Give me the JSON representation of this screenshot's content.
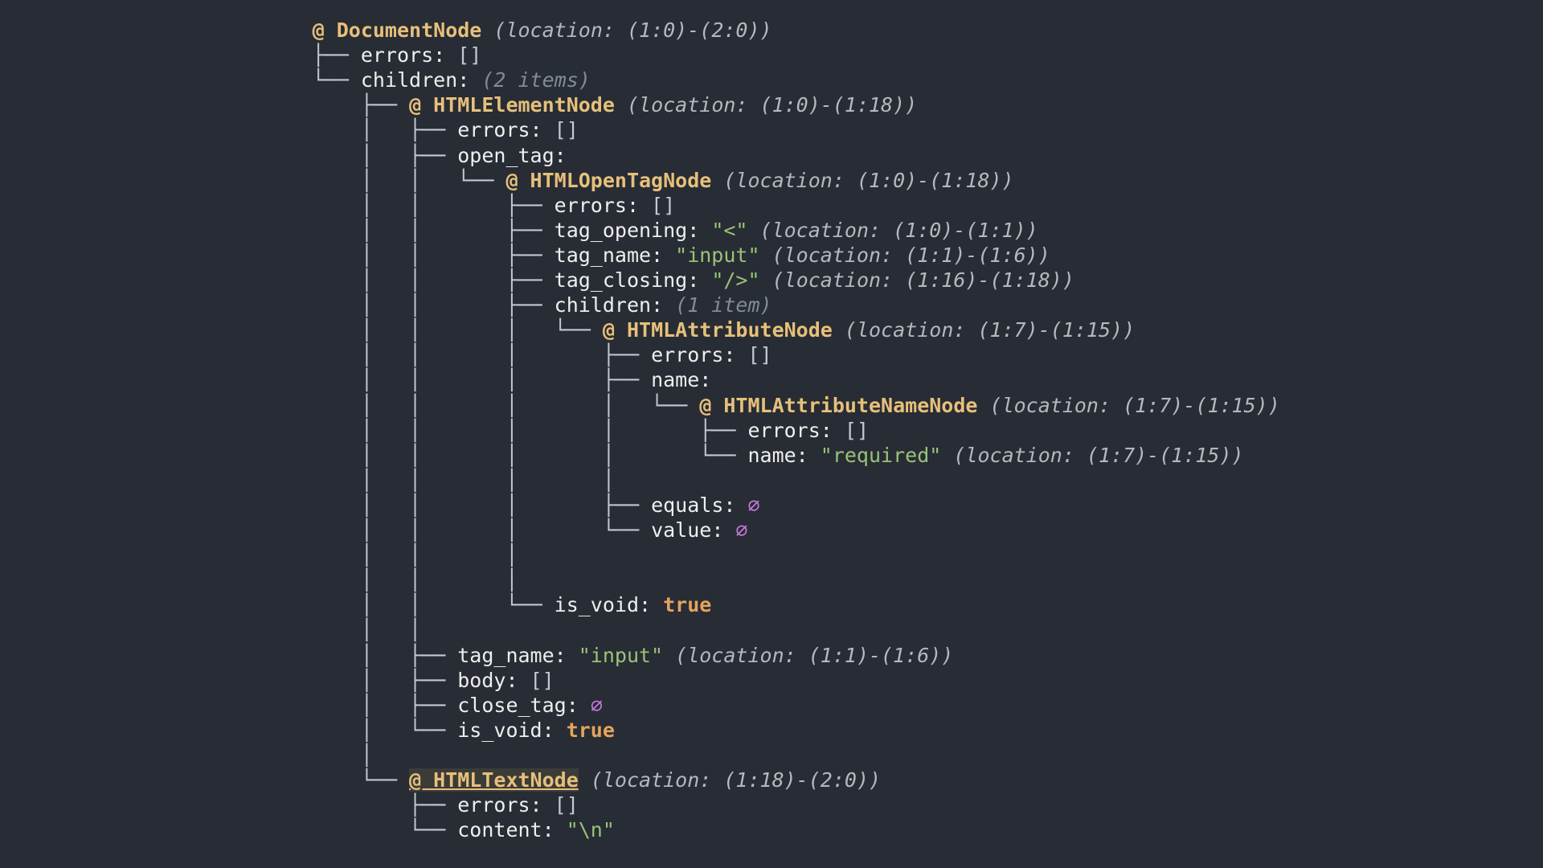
{
  "tree_lines": [
    [
      {
        "t": "            ",
        "c": "tree-chars"
      },
      {
        "t": "@ DocumentNode",
        "c": "node"
      },
      {
        "t": " "
      },
      {
        "t": "(location: (1:0)-(2:0))",
        "c": "loc"
      }
    ],
    [
      {
        "t": "            ├── ",
        "c": "tree-chars"
      },
      {
        "t": "errors: ",
        "c": "key"
      },
      {
        "t": "[]",
        "c": "empty"
      }
    ],
    [
      {
        "t": "            └── ",
        "c": "tree-chars"
      },
      {
        "t": "children: ",
        "c": "key"
      },
      {
        "t": "(2 items)",
        "c": "count"
      }
    ],
    [
      {
        "t": "                ├── ",
        "c": "tree-chars"
      },
      {
        "t": "@ HTMLElementNode",
        "c": "node"
      },
      {
        "t": " "
      },
      {
        "t": "(location: (1:0)-(1:18))",
        "c": "loc"
      }
    ],
    [
      {
        "t": "                │   ├── ",
        "c": "tree-chars"
      },
      {
        "t": "errors: ",
        "c": "key"
      },
      {
        "t": "[]",
        "c": "empty"
      }
    ],
    [
      {
        "t": "                │   ├── ",
        "c": "tree-chars"
      },
      {
        "t": "open_tag:",
        "c": "key"
      }
    ],
    [
      {
        "t": "                │   │   └── ",
        "c": "tree-chars"
      },
      {
        "t": "@ HTMLOpenTagNode",
        "c": "node"
      },
      {
        "t": " "
      },
      {
        "t": "(location: (1:0)-(1:18))",
        "c": "loc"
      }
    ],
    [
      {
        "t": "                │   │       ├── ",
        "c": "tree-chars"
      },
      {
        "t": "errors: ",
        "c": "key"
      },
      {
        "t": "[]",
        "c": "empty"
      }
    ],
    [
      {
        "t": "                │   │       ├── ",
        "c": "tree-chars"
      },
      {
        "t": "tag_opening: ",
        "c": "key"
      },
      {
        "t": "\"<\"",
        "c": "str"
      },
      {
        "t": " "
      },
      {
        "t": "(location: (1:0)-(1:1))",
        "c": "loc"
      }
    ],
    [
      {
        "t": "                │   │       ├── ",
        "c": "tree-chars"
      },
      {
        "t": "tag_name: ",
        "c": "key"
      },
      {
        "t": "\"input\"",
        "c": "str"
      },
      {
        "t": " "
      },
      {
        "t": "(location: (1:1)-(1:6))",
        "c": "loc"
      }
    ],
    [
      {
        "t": "                │   │       ├── ",
        "c": "tree-chars"
      },
      {
        "t": "tag_closing: ",
        "c": "key"
      },
      {
        "t": "\"/>\"",
        "c": "str"
      },
      {
        "t": " "
      },
      {
        "t": "(location: (1:16)-(1:18))",
        "c": "loc"
      }
    ],
    [
      {
        "t": "                │   │       ├── ",
        "c": "tree-chars"
      },
      {
        "t": "children: ",
        "c": "key"
      },
      {
        "t": "(1 item)",
        "c": "count"
      }
    ],
    [
      {
        "t": "                │   │       │   └── ",
        "c": "tree-chars"
      },
      {
        "t": "@ HTMLAttributeNode",
        "c": "node"
      },
      {
        "t": " "
      },
      {
        "t": "(location: (1:7)-(1:15))",
        "c": "loc"
      }
    ],
    [
      {
        "t": "                │   │       │       ├── ",
        "c": "tree-chars"
      },
      {
        "t": "errors: ",
        "c": "key"
      },
      {
        "t": "[]",
        "c": "empty"
      }
    ],
    [
      {
        "t": "                │   │       │       ├── ",
        "c": "tree-chars"
      },
      {
        "t": "name:",
        "c": "key"
      }
    ],
    [
      {
        "t": "                │   │       │       │   └── ",
        "c": "tree-chars"
      },
      {
        "t": "@ HTMLAttributeNameNode",
        "c": "node"
      },
      {
        "t": " "
      },
      {
        "t": "(location: (1:7)-(1:15))",
        "c": "loc"
      }
    ],
    [
      {
        "t": "                │   │       │       │       ├── ",
        "c": "tree-chars"
      },
      {
        "t": "errors: ",
        "c": "key"
      },
      {
        "t": "[]",
        "c": "empty"
      }
    ],
    [
      {
        "t": "                │   │       │       │       └── ",
        "c": "tree-chars"
      },
      {
        "t": "name: ",
        "c": "key"
      },
      {
        "t": "\"required\"",
        "c": "str"
      },
      {
        "t": " "
      },
      {
        "t": "(location: (1:7)-(1:15))",
        "c": "loc"
      }
    ],
    [
      {
        "t": "                │   │       │       │",
        "c": "tree-chars"
      }
    ],
    [
      {
        "t": "                │   │       │       ├── ",
        "c": "tree-chars"
      },
      {
        "t": "equals: ",
        "c": "key"
      },
      {
        "t": "∅",
        "c": "nil"
      }
    ],
    [
      {
        "t": "                │   │       │       └── ",
        "c": "tree-chars"
      },
      {
        "t": "value: ",
        "c": "key"
      },
      {
        "t": "∅",
        "c": "nil"
      }
    ],
    [
      {
        "t": "                │   │       │",
        "c": "tree-chars"
      }
    ],
    [
      {
        "t": "                │   │       │",
        "c": "tree-chars"
      }
    ],
    [
      {
        "t": "                │   │       └── ",
        "c": "tree-chars"
      },
      {
        "t": "is_void: ",
        "c": "key"
      },
      {
        "t": "true",
        "c": "bool"
      }
    ],
    [
      {
        "t": "                │   │",
        "c": "tree-chars"
      }
    ],
    [
      {
        "t": "                │   ├── ",
        "c": "tree-chars"
      },
      {
        "t": "tag_name: ",
        "c": "key"
      },
      {
        "t": "\"input\"",
        "c": "str"
      },
      {
        "t": " "
      },
      {
        "t": "(location: (1:1)-(1:6))",
        "c": "loc"
      }
    ],
    [
      {
        "t": "                │   ├── ",
        "c": "tree-chars"
      },
      {
        "t": "body: ",
        "c": "key"
      },
      {
        "t": "[]",
        "c": "empty"
      }
    ],
    [
      {
        "t": "                │   ├── ",
        "c": "tree-chars"
      },
      {
        "t": "close_tag: ",
        "c": "key"
      },
      {
        "t": "∅",
        "c": "nil"
      }
    ],
    [
      {
        "t": "                │   └── ",
        "c": "tree-chars"
      },
      {
        "t": "is_void: ",
        "c": "key"
      },
      {
        "t": "true",
        "c": "bool"
      }
    ],
    [
      {
        "t": "                │",
        "c": "tree-chars"
      }
    ],
    [
      {
        "t": "                └── ",
        "c": "tree-chars"
      },
      {
        "t": "@ HTMLTextNode",
        "c": "node hl"
      },
      {
        "t": " "
      },
      {
        "t": "(location: (1:18)-(2:0))",
        "c": "loc"
      }
    ],
    [
      {
        "t": "                    ├── ",
        "c": "tree-chars"
      },
      {
        "t": "errors: ",
        "c": "key"
      },
      {
        "t": "[]",
        "c": "empty"
      }
    ],
    [
      {
        "t": "                    └── ",
        "c": "tree-chars"
      },
      {
        "t": "content: ",
        "c": "key"
      },
      {
        "t": "\"\\n\"",
        "c": "str"
      }
    ]
  ],
  "colors": {
    "background": "#282c34",
    "node": "#e6c07b",
    "string": "#98c379",
    "boolean": "#e5a35d",
    "nil": "#c678dd",
    "location": "#b4b8bf",
    "count": "#7f8c98"
  }
}
